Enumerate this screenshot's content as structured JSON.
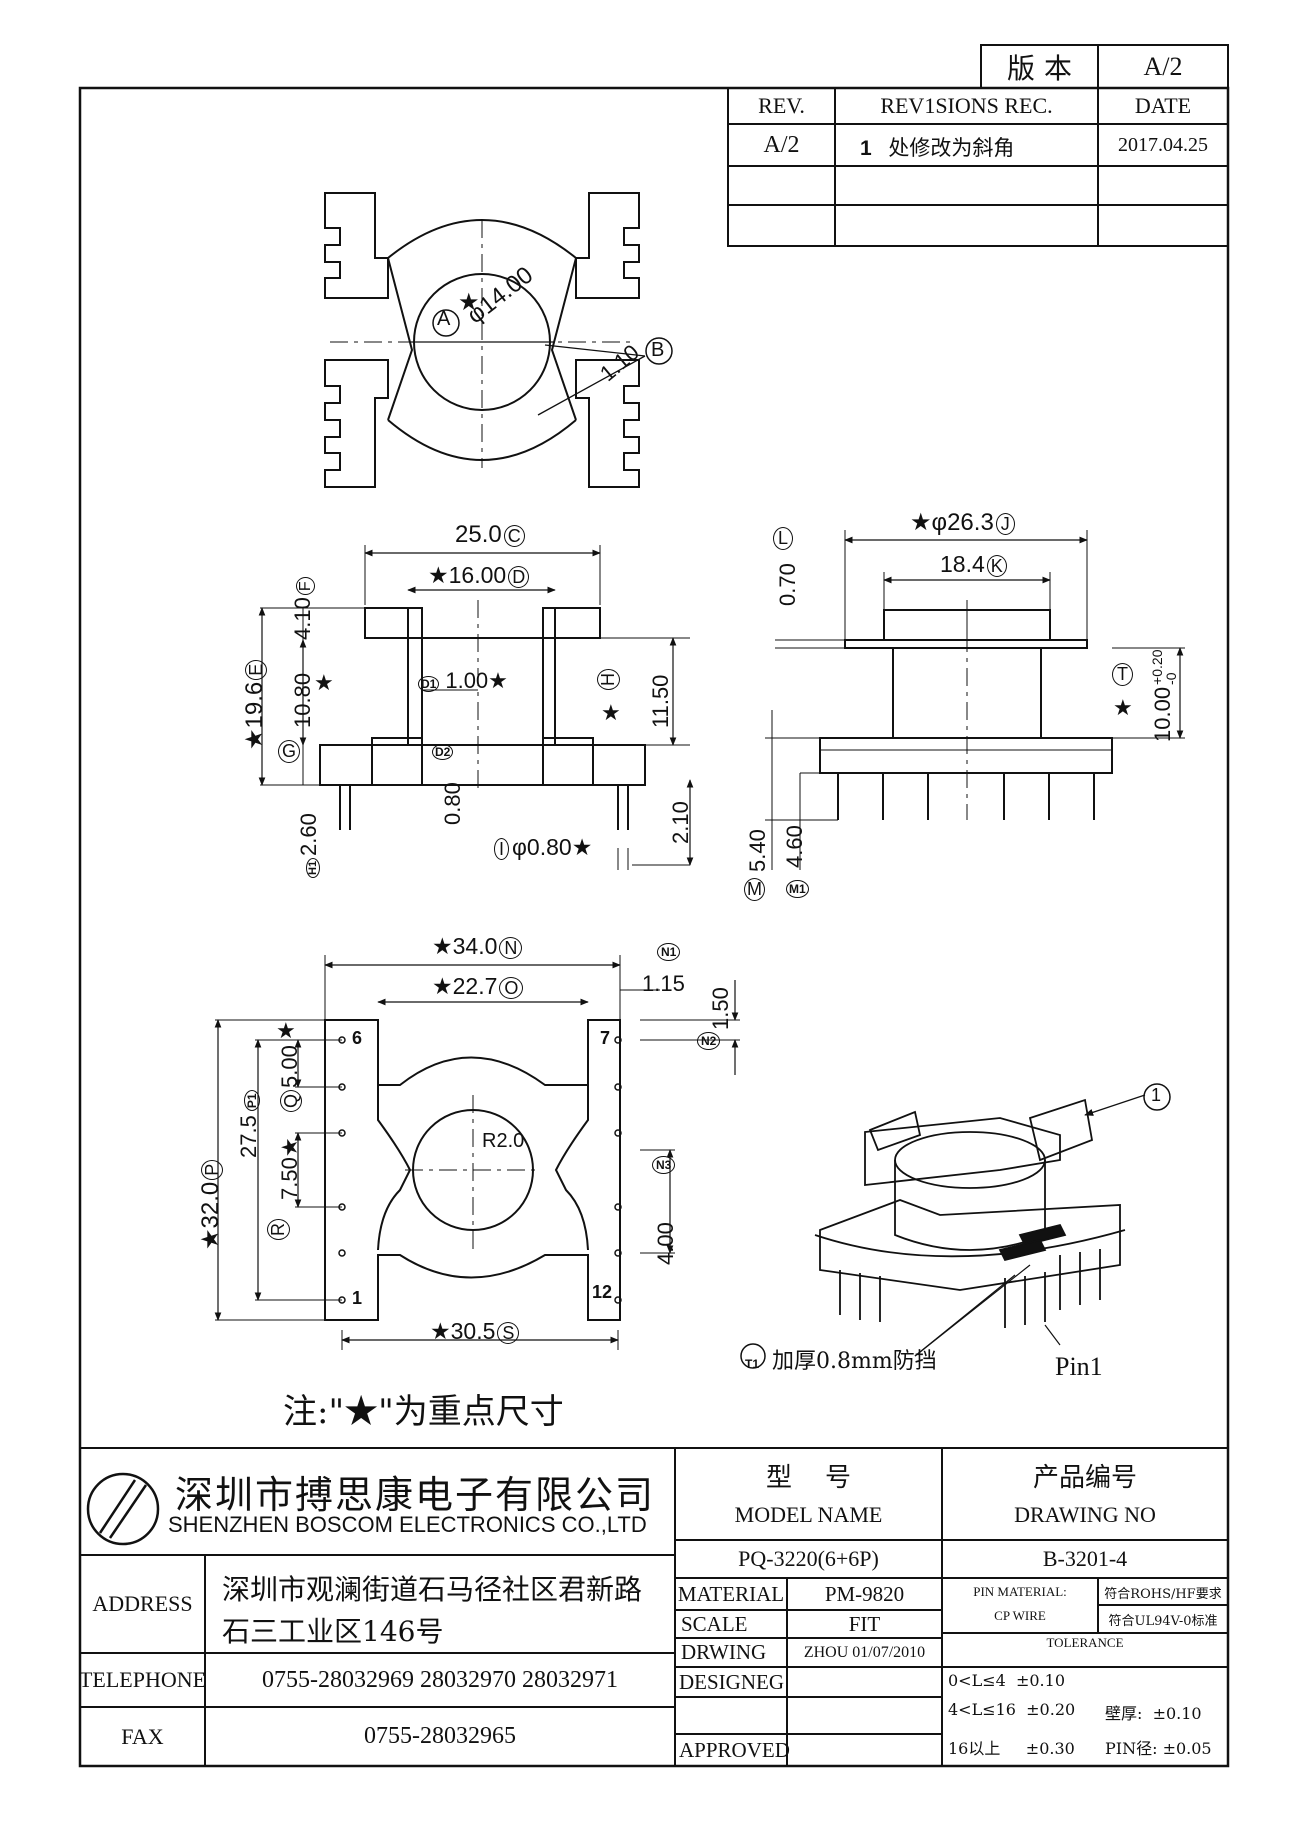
{
  "version_box": {
    "label": "版 本",
    "value": "A/2"
  },
  "revision_table": {
    "headers": [
      "REV.",
      "REV1SIONS REC.",
      "DATE"
    ],
    "rows": [
      {
        "rev": "A/2",
        "rec_num": "1",
        "rec_text": "处修改为斜角",
        "date": "2017.04.25"
      },
      {
        "rev": "",
        "rec_num": "",
        "rec_text": "",
        "date": ""
      },
      {
        "rev": "",
        "rec_num": "",
        "rec_text": "",
        "date": ""
      }
    ]
  },
  "top_view": {
    "dim_a": "φ14.00",
    "tag_a": "A",
    "dim_b": "1.10",
    "tag_b": "B"
  },
  "front_view": {
    "dim_c": "25.0",
    "tag_c": "C",
    "dim_d": "★16.00",
    "tag_d": "D",
    "dim_d1": "1.00★",
    "tag_d1": "D1",
    "tag_d2": "D2",
    "dim_e": "★19.6",
    "tag_e": "E",
    "dim_f": "4.10",
    "tag_f": "F",
    "dim_g": "10.80",
    "tag_g": "G",
    "dim_h": "11.50",
    "tag_h": "H",
    "dim_h1": "2.60",
    "tag_h1": "H1",
    "dim_080": "0.80",
    "dim_i": "φ0.80★",
    "tag_i": "I",
    "dim_210": "2.10",
    "star": "★"
  },
  "side_view": {
    "dim_j": "★φ26.3",
    "tag_j": "J",
    "dim_k": "18.4",
    "tag_k": "K",
    "dim_l": "0.70",
    "tag_l": "L",
    "dim_t": "10.00",
    "tol_t_up": "+0.20",
    "tol_t_dn": "-0",
    "tag_t": "T",
    "dim_m": "5.40",
    "tag_m": "M",
    "dim_m1": "4.60",
    "tag_m1": "M1",
    "star": "★"
  },
  "bottom_view": {
    "dim_n": "★34.0",
    "tag_n": "N",
    "dim_o": "★22.7",
    "tag_o": "O",
    "dim_n1": "1.15",
    "tag_n1": "N1",
    "dim_n2": "1.50",
    "tag_n2": "N2",
    "dim_n3": "4.00",
    "tag_n3": "N3",
    "dim_p": "★32.0",
    "tag_p": "P",
    "dim_p1": "27.5",
    "tag_p1": "P1",
    "dim_q": "5.00",
    "tag_q": "Q",
    "dim_r": "7.50★",
    "tag_r": "R",
    "dim_s": "★30.5",
    "tag_s": "S",
    "r20": "R2.0",
    "pin6": "6",
    "pin7": "7",
    "pin1": "1",
    "pin12": "12"
  },
  "iso_view": {
    "callout_1": "1",
    "callout_t1": "T1",
    "t1_text": "加厚0.8mm防挡",
    "pin1": "Pin1"
  },
  "note": "注:\"★\"为重点尺寸",
  "title_block": {
    "company_cn": "深圳市搏思康电子有限公司",
    "company_en": "SHENZHEN BOSCOM ELECTRONICS CO.,LTD",
    "address_label": "ADDRESS",
    "address_line1": "深圳市观澜街道石马径社区君新路",
    "address_line2": "石三工业区146号",
    "telephone_label": "TELEPHONE",
    "telephone": "0755-28032969 28032970 28032971",
    "fax_label": "FAX",
    "fax": "0755-28032965",
    "model_label_cn": "型    号",
    "model_label_en": "MODEL NAME",
    "model_value": "PQ-3220(6+6P)",
    "drawing_label_cn": "产品编号",
    "drawing_label_en": "DRAWING NO",
    "drawing_value": "B-3201-4",
    "material_label": "MATERIAL",
    "material_value": "PM-9820",
    "scale_label": "SCALE",
    "scale_value": "FIT",
    "drwing_label": "DRWING",
    "drwing_value": "ZHOU 01/07/2010",
    "designeg_label": "DESIGNEG",
    "approved_label": "APPROVED",
    "pin_material_label": "PIN MATERIAL:",
    "pin_material_value": "CP WIRE",
    "rohs": "符合ROHS/HF要求",
    "ul": "符合UL94V-0标准",
    "tolerance_label": "TOLERANCE",
    "tol1": "0<L≤4  ±0.10",
    "tol2": "4<L≤16  ±0.20",
    "tol3": "16以上     ±0.30",
    "wall": "壁厚:  ±0.10",
    "pin_dia": "PIN径: ±0.05"
  }
}
